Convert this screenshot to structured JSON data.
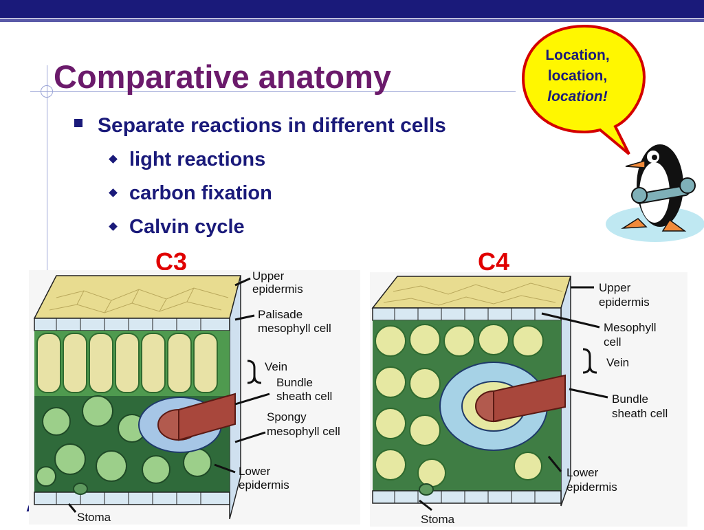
{
  "slide": {
    "title": "Comparative anatomy",
    "bullet": "Separate reactions in different cells",
    "sub_bullets": [
      "light reactions",
      "carbon fixation",
      "Calvin cycle"
    ],
    "bubble_text": [
      "Location,",
      "location,",
      "location!"
    ],
    "footer_fragment": "A",
    "colors": {
      "title": "#6b1a6b",
      "body": "#1a1a7a",
      "accent": "#e00000",
      "bubble": "#fff700",
      "bar": "#1a1a7a"
    }
  },
  "diagrams": {
    "c3": {
      "heading": "C3",
      "labels": {
        "upper_epidermis_1": "Upper",
        "upper_epidermis_2": "epidermis",
        "palisade_1": "Palisade",
        "palisade_2": "mesophyll cell",
        "vein": "Vein",
        "bundle_1": "Bundle",
        "bundle_2": "sheath cell",
        "spongy_1": "Spongy",
        "spongy_2": "mesophyll cell",
        "lower_1": "Lower",
        "lower_2": "epidermis",
        "stoma": "Stoma"
      }
    },
    "c4": {
      "heading": "C4",
      "labels": {
        "upper_epidermis_1": "Upper",
        "upper_epidermis_2": "epidermis",
        "mesophyll_1": "Mesophyll",
        "mesophyll_2": "cell",
        "vein": "Vein",
        "bundle_1": "Bundle",
        "bundle_2": "sheath cell",
        "lower_1": "Lower",
        "lower_2": "epidermis",
        "stoma": "Stoma"
      }
    }
  }
}
